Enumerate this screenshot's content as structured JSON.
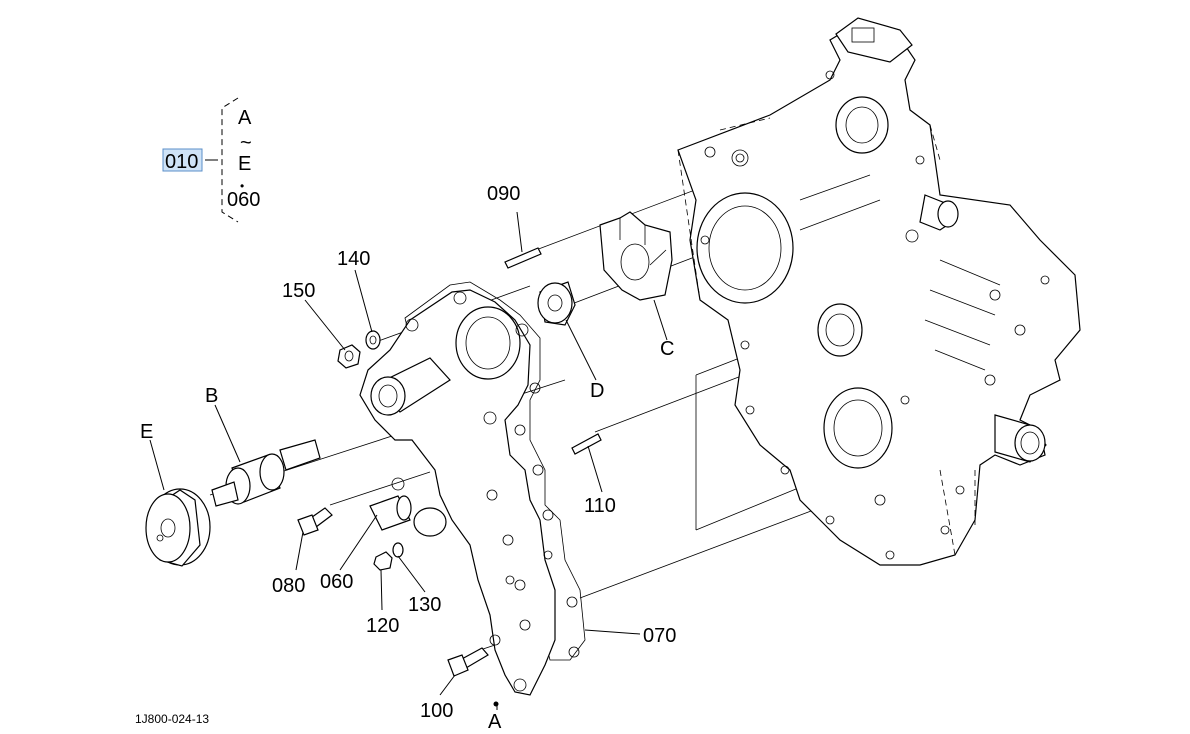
{
  "group": {
    "main_label": "010",
    "range_start": "A",
    "range_sep": "~",
    "range_end": "E",
    "dot": "•",
    "extra": "060"
  },
  "callouts": {
    "p090": "090",
    "p140": "140",
    "p150": "150",
    "p110": "110",
    "p080": "080",
    "p060": "060",
    "p120": "120",
    "p130": "130",
    "p070": "070",
    "p100": "100"
  },
  "letters": {
    "A": "A",
    "B": "B",
    "C": "C",
    "D": "D",
    "E": "E"
  },
  "ref_code": "1J800-024-13",
  "colors": {
    "highlight": "#cfe3f7",
    "highlight_border": "#5b8fc8",
    "ink": "#000000"
  }
}
